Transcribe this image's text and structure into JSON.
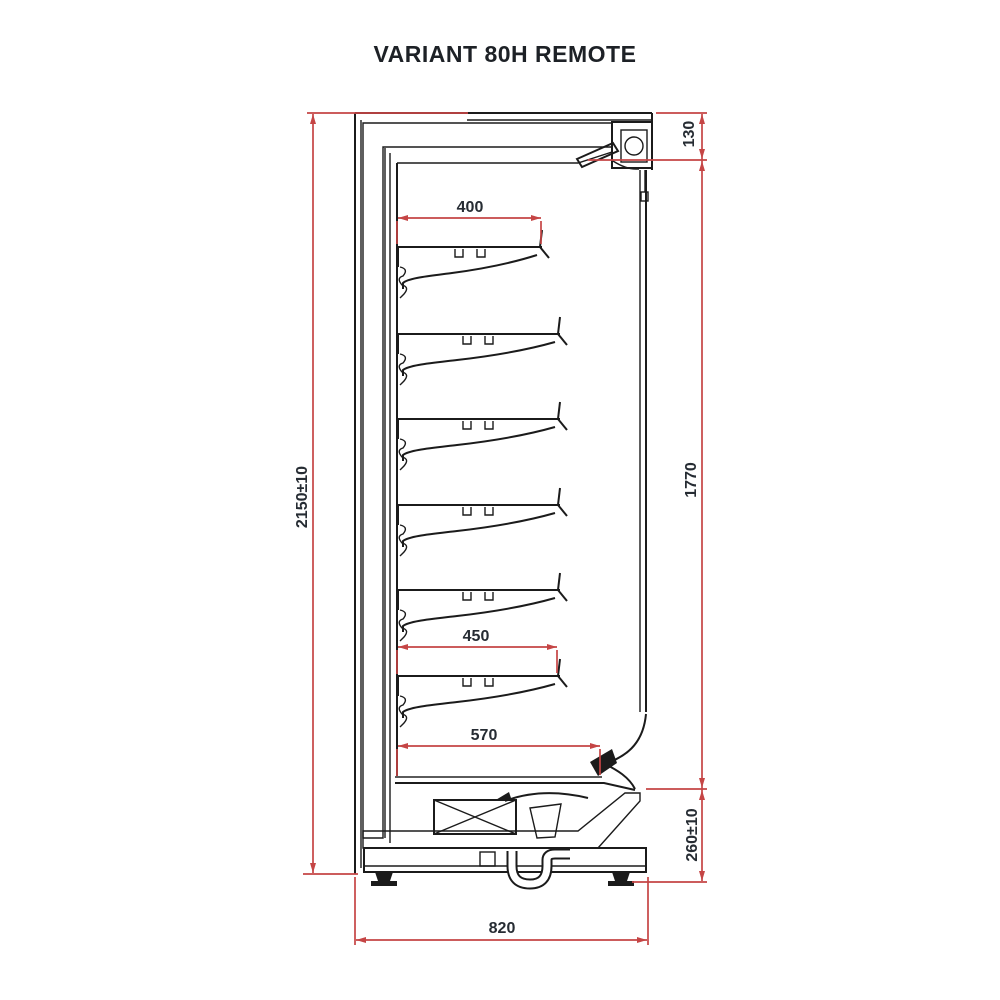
{
  "title": "VARIANT 80H REMOTE",
  "dimensions": {
    "overall_height": "2150±10",
    "canopy_height": "130",
    "display_opening_height": "1770",
    "base_height": "260±10",
    "overall_depth": "820",
    "top_shelf_depth": "400",
    "middle_shelf_depth": "450",
    "bottom_shelf_depth": "570"
  },
  "shelf_count": 6,
  "colors": {
    "line": "#1b1b1b",
    "dimension_line": "#c54545",
    "dimension_text": "#262c33",
    "background": "#ffffff"
  }
}
